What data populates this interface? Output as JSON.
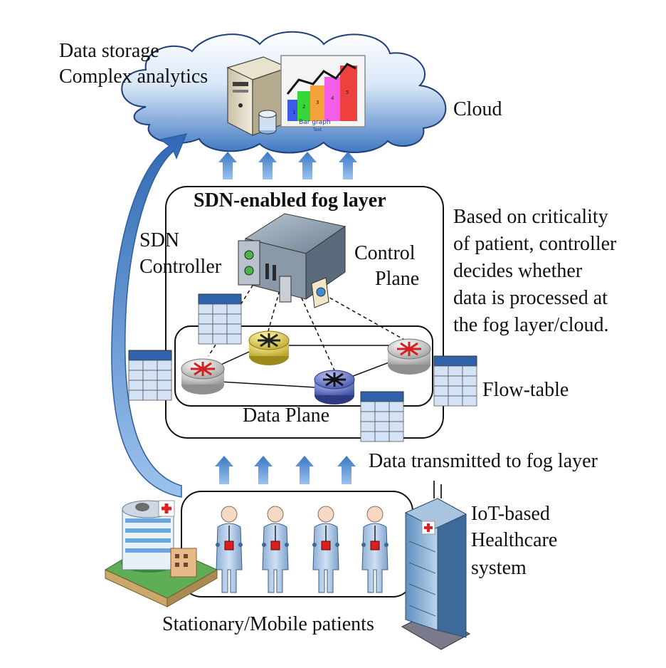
{
  "cloud": {
    "line1": "Data storage",
    "line2": "Complex analytics",
    "label": "Cloud",
    "chart_caption": "Bar graph",
    "chart_sub": "Text",
    "bar_labels": [
      "1",
      "2",
      "3",
      "4",
      "5"
    ]
  },
  "fog": {
    "title": "SDN-enabled fog layer",
    "controller_line1": "SDN",
    "controller_line2": "Controller",
    "control_line1": "Control",
    "control_line2": "Plane",
    "data_plane": "Data Plane",
    "flow_table": "Flow-table"
  },
  "note": {
    "line1": "Based on criticality",
    "line2": "of patient, controller",
    "line3": "decides whether",
    "line4": "data is processed at",
    "line5": "the fog layer/cloud."
  },
  "transmit": "Data transmitted to fog layer",
  "iot": {
    "line1": "IoT-based",
    "line2": "Healthcare",
    "line3": "system"
  },
  "patients_label": "Stationary/Mobile patients",
  "colors": {
    "arrow": "#4a86c8",
    "cloud_top": "#ffffff",
    "cloud_bottom": "#3f78c2",
    "router_red": "#d32020",
    "router_yellow": "#e8d84a",
    "router_blue": "#5c6fc7",
    "table_header": "#2f62a8",
    "table_cell": "#d4e2f5"
  }
}
